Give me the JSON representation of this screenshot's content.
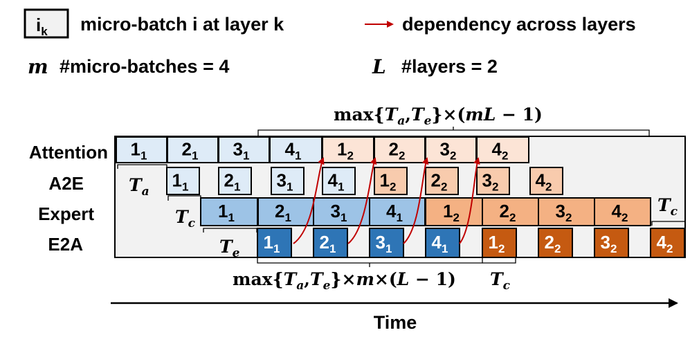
{
  "legend": {
    "block_symbol": "i",
    "block_symbol_sub": "k",
    "block_desc": "micro-batch i at layer k",
    "arrow_desc": "dependency across layers",
    "m_symbol": "m",
    "m_desc": "#micro-batches = 4",
    "l_symbol": "L",
    "l_desc": "#layers = 2"
  },
  "rows": [
    {
      "label": "Attention"
    },
    {
      "label": "A2E"
    },
    {
      "label": "Expert"
    },
    {
      "label": "E2A"
    }
  ],
  "blocks": {
    "attention": [
      {
        "main": "1",
        "sub": "1"
      },
      {
        "main": "2",
        "sub": "1"
      },
      {
        "main": "3",
        "sub": "1"
      },
      {
        "main": "4",
        "sub": "1"
      },
      {
        "main": "1",
        "sub": "2"
      },
      {
        "main": "2",
        "sub": "2"
      },
      {
        "main": "3",
        "sub": "2"
      },
      {
        "main": "4",
        "sub": "2"
      }
    ],
    "a2e": [
      {
        "main": "1",
        "sub": "1"
      },
      {
        "main": "2",
        "sub": "1"
      },
      {
        "main": "3",
        "sub": "1"
      },
      {
        "main": "4",
        "sub": "1"
      },
      {
        "main": "1",
        "sub": "2"
      },
      {
        "main": "2",
        "sub": "2"
      },
      {
        "main": "3",
        "sub": "2"
      },
      {
        "main": "4",
        "sub": "2"
      }
    ],
    "expert": [
      {
        "main": "1",
        "sub": "1"
      },
      {
        "main": "2",
        "sub": "1"
      },
      {
        "main": "3",
        "sub": "1"
      },
      {
        "main": "4",
        "sub": "1"
      },
      {
        "main": "1",
        "sub": "2"
      },
      {
        "main": "2",
        "sub": "2"
      },
      {
        "main": "3",
        "sub": "2"
      },
      {
        "main": "4",
        "sub": "2"
      }
    ],
    "e2a": [
      {
        "main": "1",
        "sub": "1"
      },
      {
        "main": "2",
        "sub": "1"
      },
      {
        "main": "3",
        "sub": "1"
      },
      {
        "main": "4",
        "sub": "1"
      },
      {
        "main": "1",
        "sub": "2"
      },
      {
        "main": "2",
        "sub": "2"
      },
      {
        "main": "3",
        "sub": "2"
      },
      {
        "main": "4",
        "sub": "2"
      }
    ]
  },
  "annotations": {
    "top_brace": {
      "fn": "max",
      "args_open": "{",
      "ta": "T",
      "ta_sub": "a",
      "comma": ",",
      "te": "T",
      "te_sub": "e",
      "close": "}",
      "times": "×(",
      "ml": "mL",
      "minus": " − 1)"
    },
    "bottom_brace": {
      "fn": "max",
      "args_open": "{",
      "ta": "T",
      "ta_sub": "a",
      "comma": ",",
      "te": "T",
      "te_sub": "e",
      "close": "}",
      "times1": "×",
      "m": "m",
      "times2": "×(",
      "l": "L",
      "minus": " − 1)"
    },
    "ta_label": {
      "t": "T",
      "sub": "a"
    },
    "tc_label": {
      "t": "T",
      "sub": "c"
    },
    "te_label": {
      "t": "T",
      "sub": "e"
    },
    "tc_right": {
      "t": "T",
      "sub": "c"
    },
    "tc_bottom": {
      "t": "T",
      "sub": "c"
    }
  },
  "axis": {
    "label": "Time"
  },
  "colors": {
    "attention_l1": "#deebf7",
    "attention_l2": "#fce4d6",
    "a2e_l1": "#deebf7",
    "a2e_l2": "#f8cbad",
    "expert_l1": "#9dc3e6",
    "expert_l2": "#f4b183",
    "e2a_l1": "#2e75b6",
    "e2a_l2": "#c55a11",
    "dependency_arrow": "#c00000",
    "background_panel": "#f2f2f2"
  }
}
